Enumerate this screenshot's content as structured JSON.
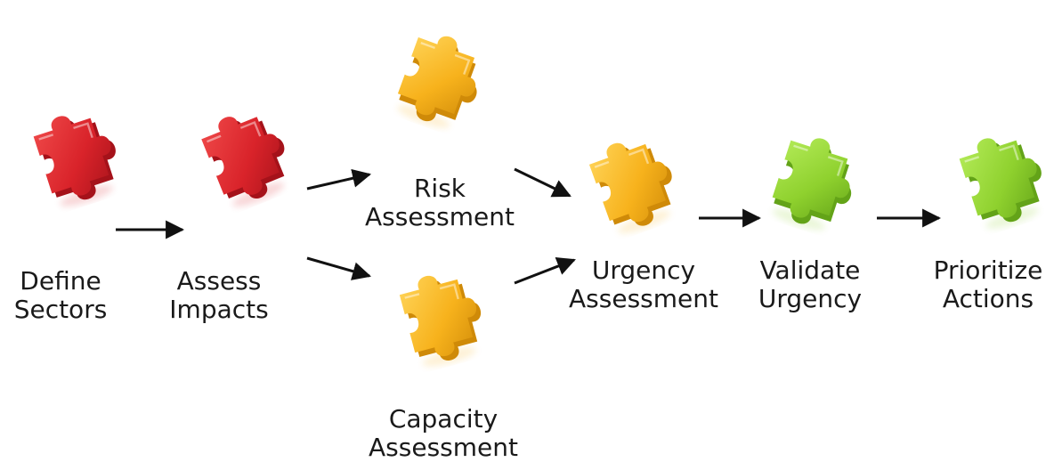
{
  "colors": {
    "red": "#d9232a",
    "orange": "#f7b21c",
    "green": "#8fd12e",
    "arrow": "#111111",
    "text": "#1a1a1a"
  },
  "steps": [
    {
      "id": "define-sectors",
      "line1": "Define",
      "line2": "Sectors",
      "color": "red",
      "icon": "puzzle-piece-icon"
    },
    {
      "id": "assess-impacts",
      "line1": "Assess",
      "line2": "Impacts",
      "color": "red",
      "icon": "puzzle-piece-icon"
    },
    {
      "id": "risk-assessment",
      "line1": "Risk",
      "line2": "Assessment",
      "color": "orange",
      "icon": "puzzle-piece-icon"
    },
    {
      "id": "capacity-assessment",
      "line1": "Capacity",
      "line2": "Assessment",
      "color": "orange",
      "icon": "puzzle-piece-icon"
    },
    {
      "id": "urgency-assessment",
      "line1": "Urgency",
      "line2": "Assessment",
      "color": "orange",
      "icon": "puzzle-piece-icon"
    },
    {
      "id": "validate-urgency",
      "line1": "Validate",
      "line2": "Urgency",
      "color": "green",
      "icon": "puzzle-piece-icon"
    },
    {
      "id": "prioritize-actions",
      "line1": "Prioritize",
      "line2": "Actions",
      "color": "green",
      "icon": "puzzle-piece-icon"
    }
  ],
  "connections": [
    [
      "define-sectors",
      "assess-impacts"
    ],
    [
      "assess-impacts",
      "risk-assessment"
    ],
    [
      "assess-impacts",
      "capacity-assessment"
    ],
    [
      "risk-assessment",
      "urgency-assessment"
    ],
    [
      "capacity-assessment",
      "urgency-assessment"
    ],
    [
      "urgency-assessment",
      "validate-urgency"
    ],
    [
      "validate-urgency",
      "prioritize-actions"
    ]
  ]
}
